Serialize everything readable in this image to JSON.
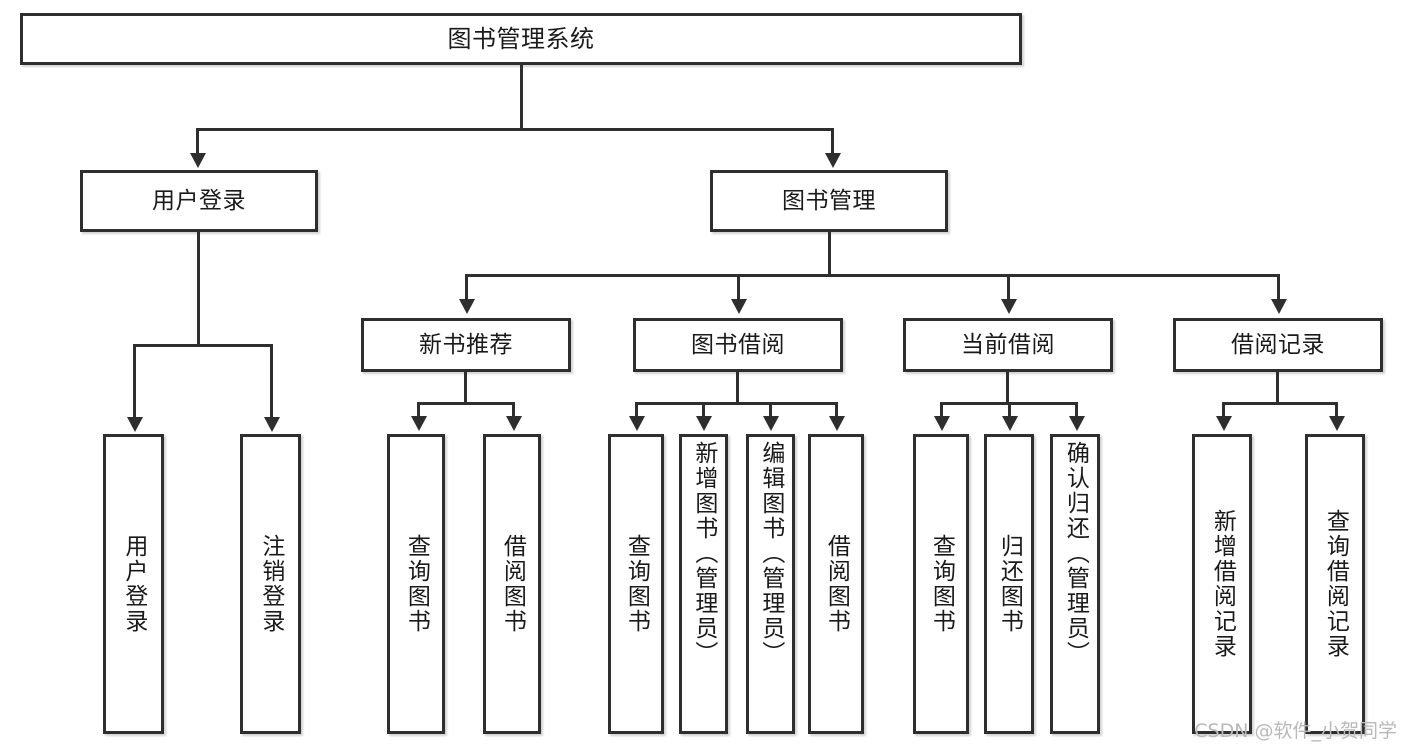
{
  "diagram": {
    "title": "图书管理系统",
    "root": {
      "label": "图书管理系统"
    },
    "level2": [
      {
        "label": "用户登录"
      },
      {
        "label": "图书管理"
      }
    ],
    "level3": [
      {
        "label": "新书推荐"
      },
      {
        "label": "图书借阅"
      },
      {
        "label": "当前借阅"
      },
      {
        "label": "借阅记录"
      }
    ],
    "leaves": {
      "user_login": [
        {
          "label": "用户登录"
        },
        {
          "label": "注销登录"
        }
      ],
      "new_book_recommend": [
        {
          "label": "查询图书"
        },
        {
          "label": "借阅图书"
        }
      ],
      "book_borrow": [
        {
          "label": "查询图书"
        },
        {
          "label": "新增图书（管理员）"
        },
        {
          "label": "编辑图书（管理员）"
        },
        {
          "label": "借阅图书"
        }
      ],
      "current_borrow": [
        {
          "label": "查询图书"
        },
        {
          "label": "归还图书"
        },
        {
          "label": "确认归还（管理员）"
        }
      ],
      "borrow_record": [
        {
          "label": "新增借阅记录"
        },
        {
          "label": "查询借阅记录"
        }
      ]
    }
  },
  "watermark": {
    "text": "CSDN @软件_小贺同学"
  },
  "colors": {
    "border": "#2e2e2e",
    "text": "#1a1a1a",
    "background": "#ffffff",
    "watermark": "#b9b9b9"
  }
}
